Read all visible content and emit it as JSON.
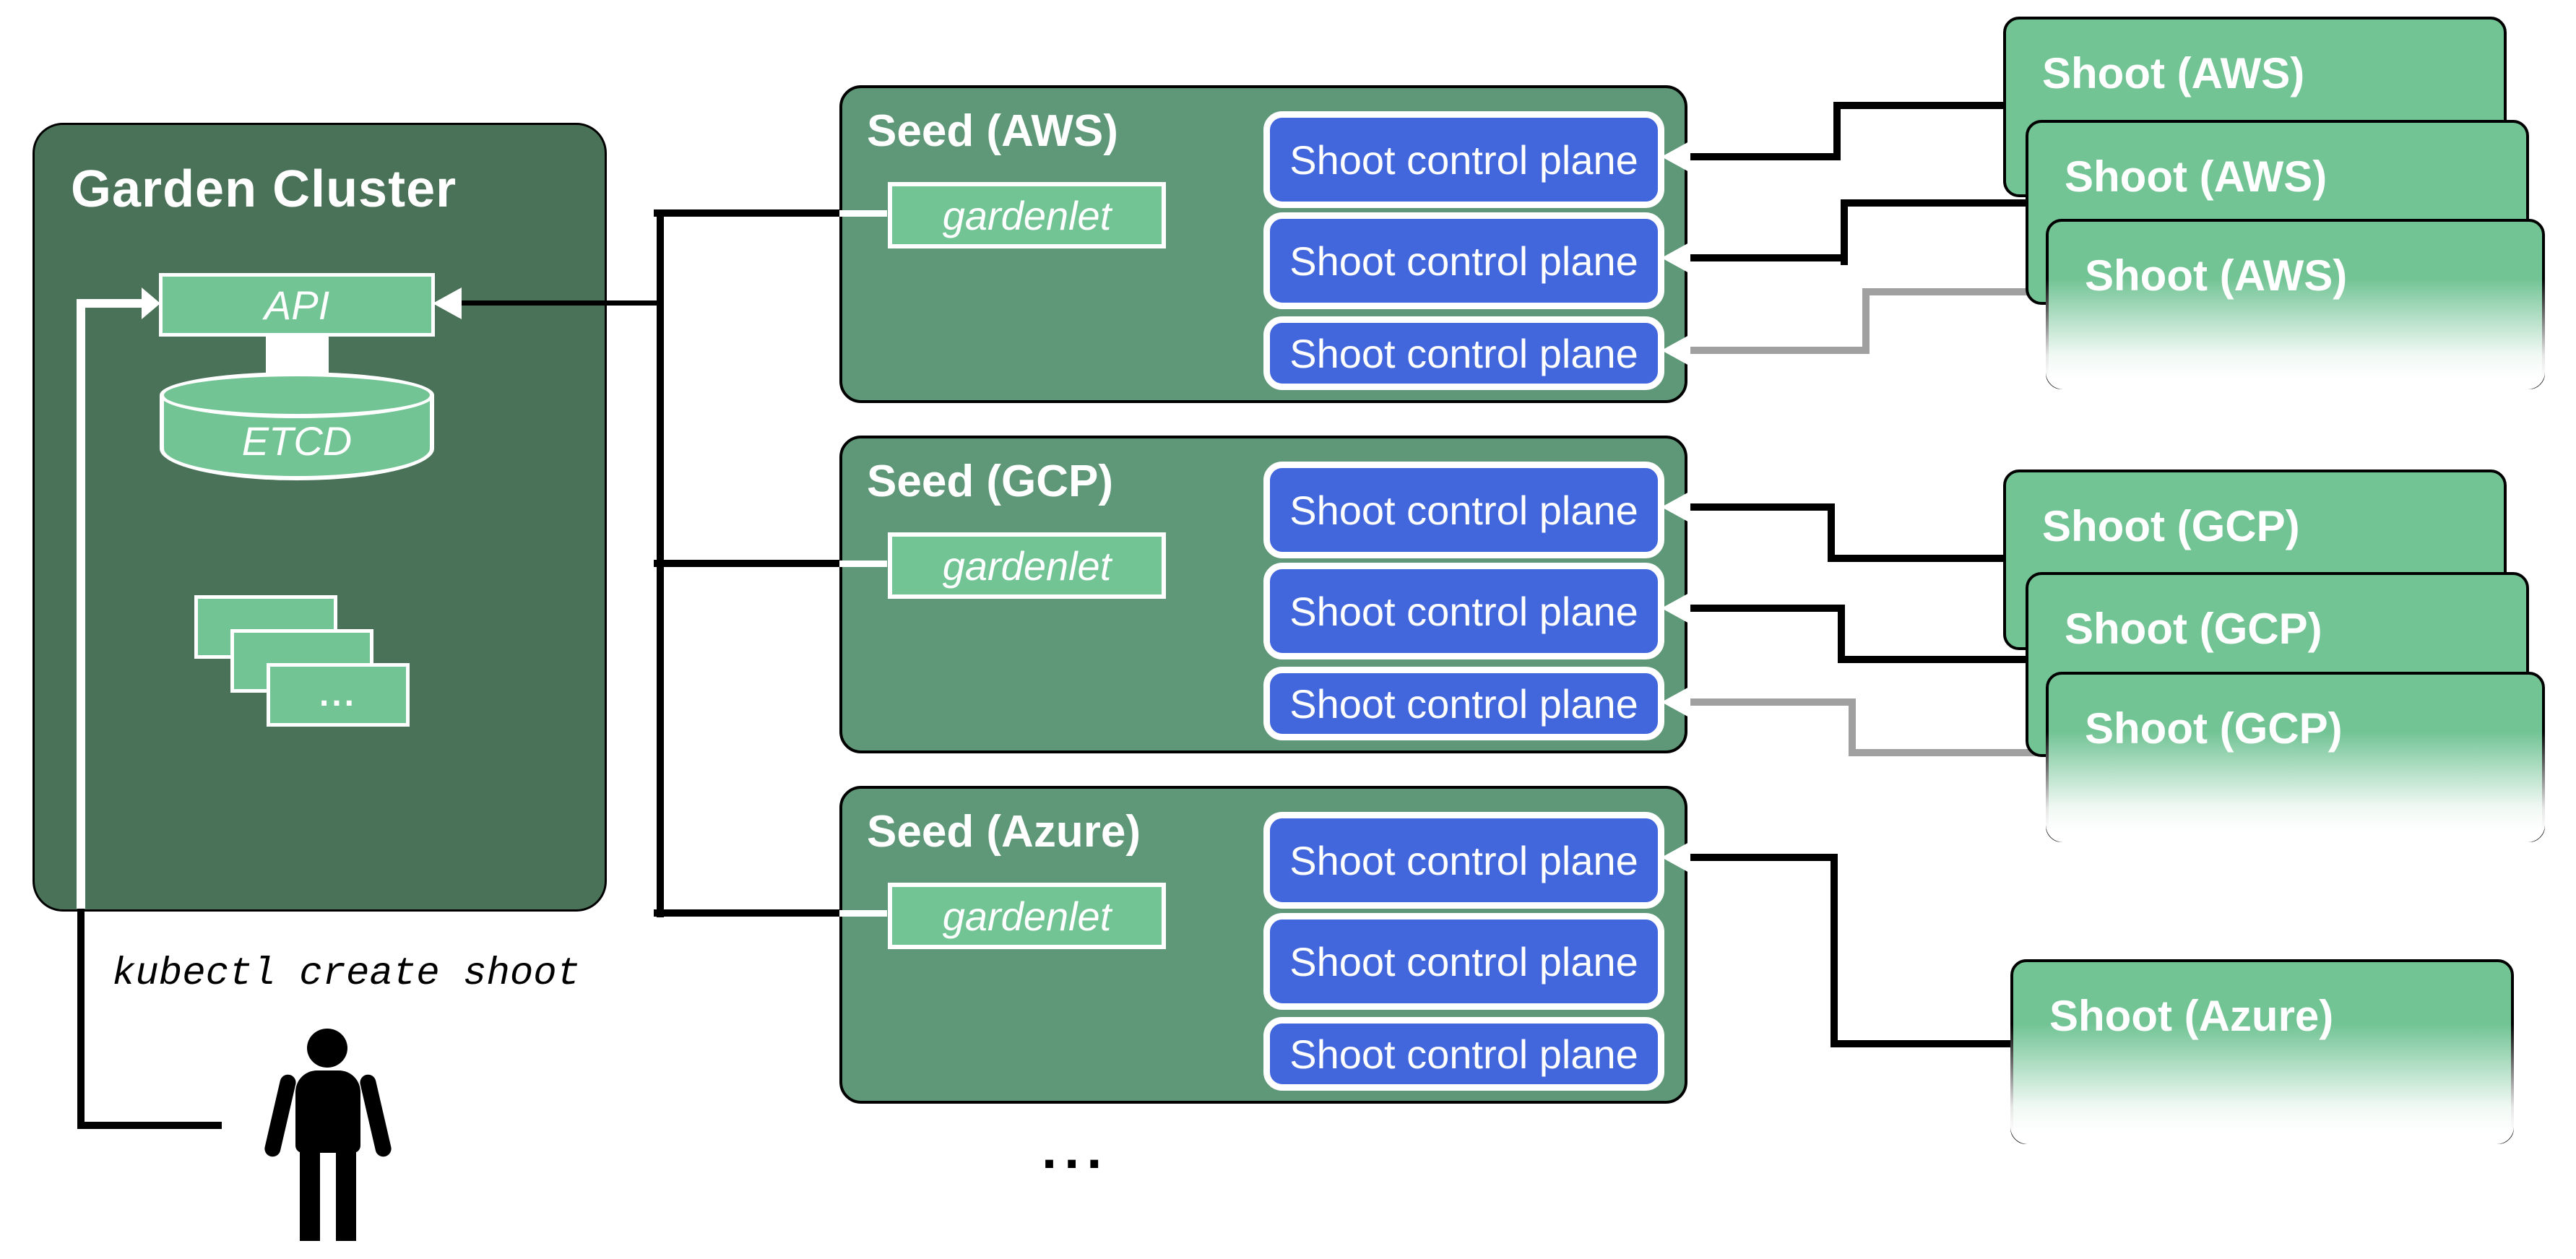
{
  "garden": {
    "title": "Garden Cluster",
    "api_label": "API",
    "etcd_label": "ETCD",
    "stack_ellipsis": "...",
    "command": "kubectl create shoot"
  },
  "seeds": [
    {
      "title": "Seed (AWS)",
      "agent_label": "gardenlet",
      "control_planes": [
        "Shoot control plane",
        "Shoot control plane",
        "Shoot control plane"
      ]
    },
    {
      "title": "Seed (GCP)",
      "agent_label": "gardenlet",
      "control_planes": [
        "Shoot control plane",
        "Shoot control plane",
        "Shoot control plane"
      ]
    },
    {
      "title": "Seed (Azure)",
      "agent_label": "gardenlet",
      "control_planes": [
        "Shoot control plane",
        "Shoot control plane",
        "Shoot control plane"
      ]
    }
  ],
  "seeds_ellipsis": "...",
  "shoots": {
    "aws": [
      "Shoot (AWS)",
      "Shoot (AWS)",
      "Shoot (AWS)"
    ],
    "gcp": [
      "Shoot (GCP)",
      "Shoot (GCP)",
      "Shoot (GCP)"
    ],
    "azure": [
      "Shoot (Azure)"
    ]
  },
  "colors": {
    "garden_green": "#4A7258",
    "seed_green": "#5F9878",
    "light_green": "#72C495",
    "control_plane_blue": "#4267DC",
    "line_black": "#000000",
    "line_gray": "#A0A0A0",
    "arrow_white": "#FFFFFF"
  }
}
